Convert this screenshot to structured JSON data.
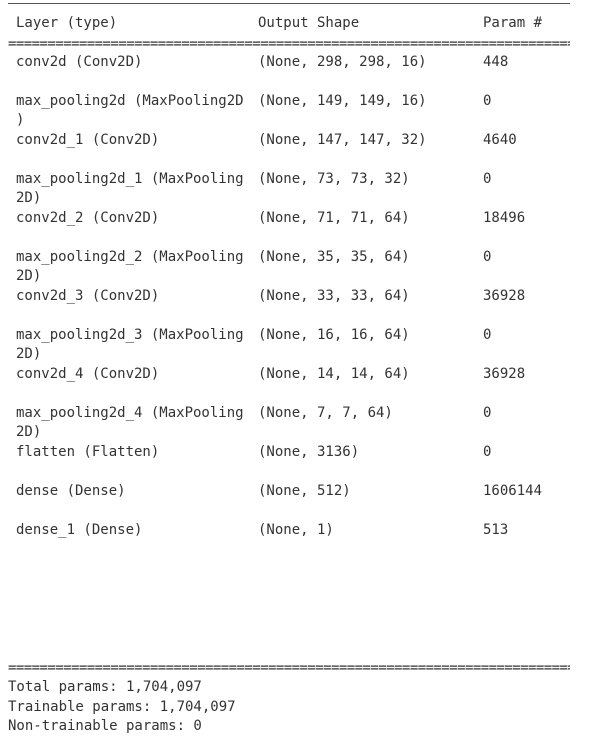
{
  "header": {
    "layer_col": "Layer (type)",
    "shape_col": "Output Shape",
    "param_col": "Param #"
  },
  "separator": "==========================================================================",
  "rows": [
    {
      "layer": "conv2d (Conv2D)",
      "shape": "(None, 298, 298, 16)",
      "params": "448"
    },
    {
      "layer": "max_pooling2d (MaxPooling2D\n)",
      "shape": "(None, 149, 149, 16)",
      "params": "0"
    },
    {
      "layer": "conv2d_1 (Conv2D)",
      "shape": "(None, 147, 147, 32)",
      "params": "4640"
    },
    {
      "layer": "max_pooling2d_1 (MaxPooling\n2D)",
      "shape": "(None, 73, 73, 32)",
      "params": "0"
    },
    {
      "layer": "conv2d_2 (Conv2D)",
      "shape": "(None, 71, 71, 64)",
      "params": "18496"
    },
    {
      "layer": "max_pooling2d_2 (MaxPooling\n2D)",
      "shape": "(None, 35, 35, 64)",
      "params": "0"
    },
    {
      "layer": "conv2d_3 (Conv2D)",
      "shape": "(None, 33, 33, 64)",
      "params": "36928"
    },
    {
      "layer": "max_pooling2d_3 (MaxPooling\n2D)",
      "shape": "(None, 16, 16, 64)",
      "params": "0"
    },
    {
      "layer": "conv2d_4 (Conv2D)",
      "shape": "(None, 14, 14, 64)",
      "params": "36928"
    },
    {
      "layer": "max_pooling2d_4 (MaxPooling\n2D)",
      "shape": "(None, 7, 7, 64)",
      "params": "0"
    },
    {
      "layer": "flatten (Flatten)",
      "shape": "(None, 3136)",
      "params": "0"
    },
    {
      "layer": "dense (Dense)",
      "shape": "(None, 512)",
      "params": "1606144"
    },
    {
      "layer": "dense_1 (Dense)",
      "shape": "(None, 1)",
      "params": "513"
    }
  ],
  "footer": {
    "total": "Total params: 1,704,097",
    "trainable": "Trainable params: 1,704,097",
    "non_trainable": "Non-trainable params: 0"
  }
}
